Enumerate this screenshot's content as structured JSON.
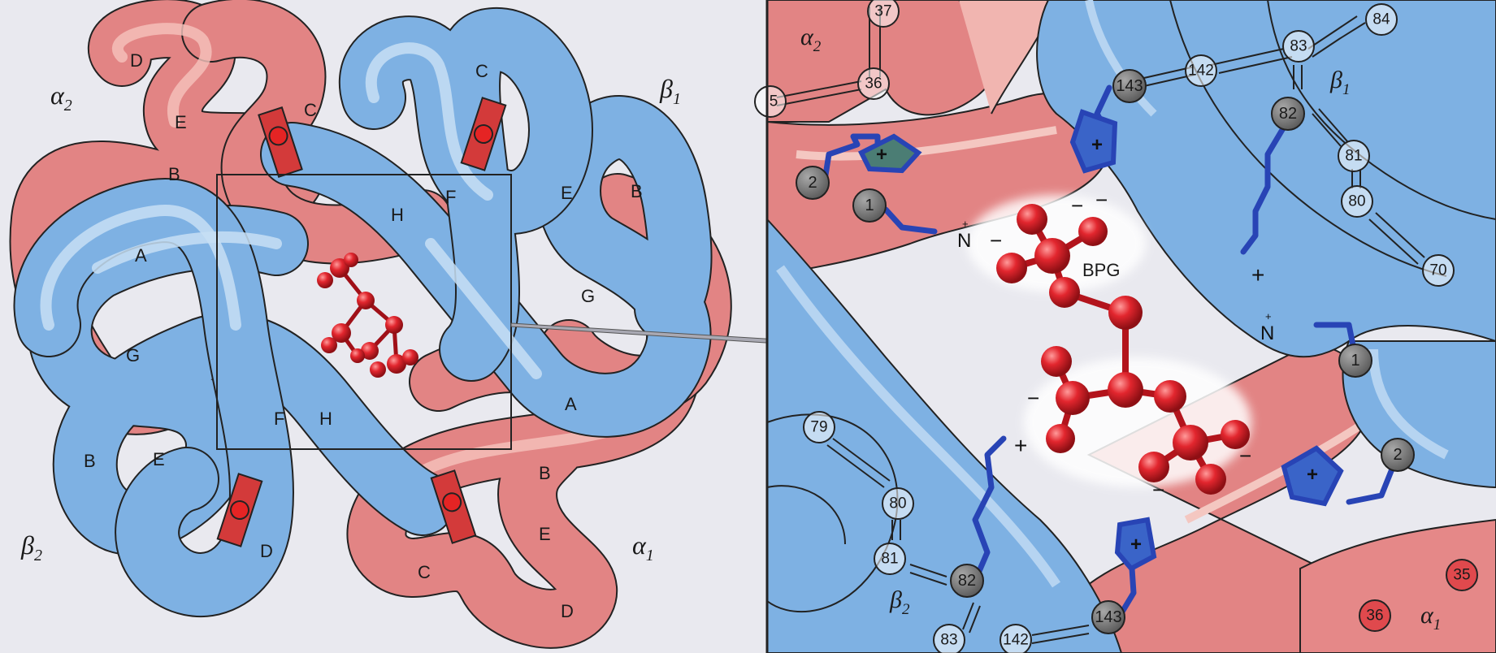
{
  "overview": {
    "subunits": {
      "alpha2": "α",
      "alpha2_sub": "2",
      "beta1": "β",
      "beta1_sub": "1",
      "beta2": "β",
      "beta2_sub": "2",
      "alpha1": "α",
      "alpha1_sub": "1"
    },
    "helices": {
      "a2_D": "D",
      "a2_E": "E",
      "a2_B": "B",
      "a2_C": "C",
      "b1_C": "C",
      "b1_H": "H",
      "b1_F": "F",
      "b1_E": "E",
      "b1_B": "B",
      "b1_G": "G",
      "b1_A": "A",
      "b2_A": "A",
      "b2_G": "G",
      "b2_B": "B",
      "b2_E": "E",
      "b2_F": "F",
      "b2_H": "H",
      "b2_D": "D",
      "a1_B": "B",
      "a1_E": "E",
      "a1_C": "C",
      "a1_D": "D"
    }
  },
  "detail": {
    "subunits": {
      "alpha2": "α",
      "alpha2_sub": "2",
      "beta1": "β",
      "beta1_sub": "1",
      "beta2": "β",
      "beta2_sub": "2",
      "alpha1": "α",
      "alpha1_sub": "1"
    },
    "ligand_label": "BPG",
    "residues": {
      "r37": "37",
      "r36top": "36",
      "r5": "5",
      "r142top": "142",
      "r84": "84",
      "r83top": "83",
      "r81top": "81",
      "r80top": "80",
      "r70": "70",
      "r79": "79",
      "r80bot": "80",
      "r81bot": "81",
      "r83bot": "83",
      "r142bot": "142",
      "r35": "35",
      "r36bot": "36"
    },
    "gray_residues": {
      "g2top": "2",
      "g1top": "1",
      "g143top": "143",
      "g82top": "82",
      "g1right": "1",
      "g2right": "2",
      "g82bot": "82",
      "g143bot": "143"
    },
    "charges": {
      "nterm_top": "N",
      "nterm_right": "N",
      "plus": "+",
      "minus": "−",
      "small_plus": "+"
    }
  },
  "colors": {
    "alpha": "#e28484",
    "alpha_light": "#f1b5b0",
    "beta": "#7eb1e3",
    "beta_light": "#b6d4f1",
    "ligand": "#d8202b",
    "side_chain": "#2844b5",
    "heme": "#d33a3a",
    "background": "#e9e9ef"
  }
}
